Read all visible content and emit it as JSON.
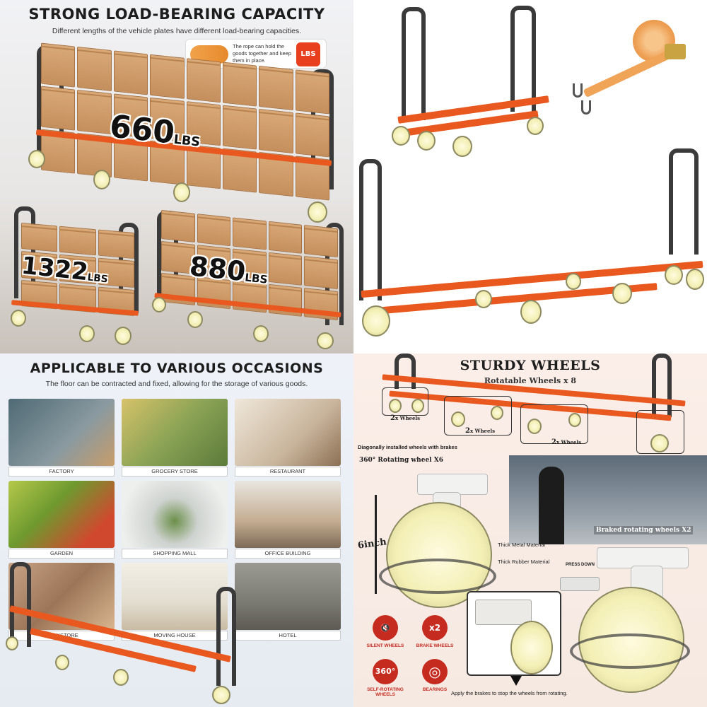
{
  "panel_load": {
    "title": "STRONG LOAD-BEARING CAPACITY",
    "subtitle": "Different lengths of the vehicle plates have different load-bearing capacities.",
    "rope_note": "The rope can hold the goods together and keep them in place.",
    "lock_label": "LBS",
    "capacity_main": "660",
    "capacity_left": "1322",
    "capacity_right": "880",
    "unit": "LBS"
  },
  "panel_occasions": {
    "title": "APPLICABLE TO VARIOUS OCCASIONS",
    "subtitle": "The floor can be contracted and fixed, allowing for the storage of various goods.",
    "places": [
      {
        "label": "FACTORY",
        "color": "#6e7f86"
      },
      {
        "label": "GROCERY STORE",
        "color": "#9aa56a"
      },
      {
        "label": "RESTAURANT",
        "color": "#cdbfae"
      },
      {
        "label": "GARDEN",
        "color": "#7a9a3c"
      },
      {
        "label": "SHOPPING MALL",
        "color": "#d9dbd8"
      },
      {
        "label": "OFFICE BUILDING",
        "color": "#b9a48c"
      },
      {
        "label": "BOOKSTORE",
        "color": "#b58d6c"
      },
      {
        "label": "MOVING HOUSE",
        "color": "#e7e2d8"
      },
      {
        "label": "HOTEL",
        "color": "#8f8e86"
      }
    ]
  },
  "panel_wheels": {
    "title": "STURDY WHEELS",
    "subtitle": "Rotatable Wheels  x 8",
    "group_label": "2",
    "group_unit": "x Wheels",
    "diag_note": "Diagonally installed wheels with brakes",
    "rotating_label": "360° Rotating wheel  X6",
    "braked_label": "Braked rotating wheels X2",
    "size_label": "6inch",
    "metal_label": "Thick Metal Material",
    "rubber_label": "Thick Rubber Material",
    "press_label": "PRESS DOWN",
    "brake_note": "Apply the brakes to stop the wheels from rotating.",
    "features": [
      {
        "icon": "🔇",
        "label": "SILENT WHEELS"
      },
      {
        "icon": "x2",
        "label": "BRAKE WHEELS"
      },
      {
        "icon": "360°",
        "label": "SELF-ROTATING WHEELS"
      },
      {
        "icon": "◎",
        "label": "BEARINGS"
      }
    ]
  },
  "colors": {
    "frame_orange": "#e8581f",
    "handle_gray": "#3a3a3a",
    "wheel_cream": "#f3efb4",
    "accent_red": "#c62b20"
  }
}
